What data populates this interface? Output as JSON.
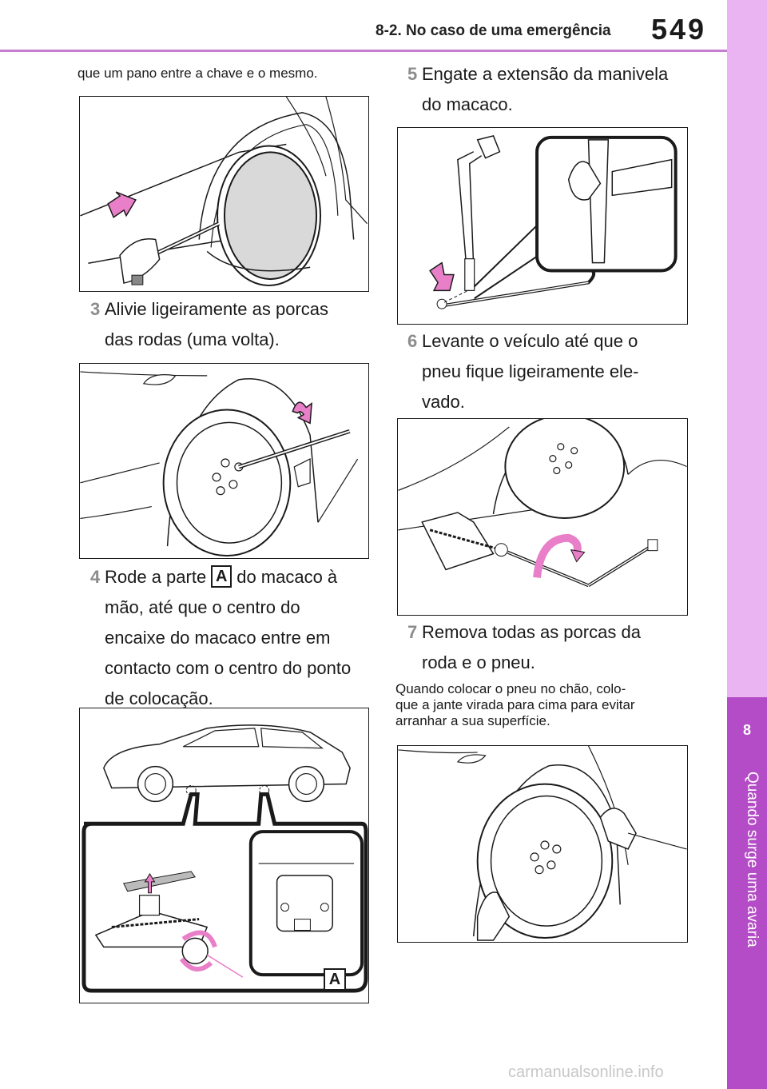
{
  "header": {
    "section_title": "8-2. No caso de uma emergência",
    "page_number": "549"
  },
  "side_tab": {
    "chapter_number": "8",
    "chapter_title": "Quando surge uma avaria"
  },
  "left_column": {
    "top_note": "que um pano entre a chave e o mesmo.",
    "step3": {
      "number": "3",
      "lines": [
        "Alivie ligeiramente as porcas",
        "das rodas (uma volta)."
      ]
    },
    "step4": {
      "number": "4",
      "line1_before": "Rode a parte",
      "label": "A",
      "line1_after": "do macaco à",
      "lines": [
        "mão, até que o centro do",
        "encaixe do macaco entre em",
        "contacto com o centro do ponto",
        "de colocação."
      ]
    },
    "figure4_label": "A"
  },
  "right_column": {
    "step5": {
      "number": "5",
      "lines": [
        "Engate a extensão da manivela",
        "do macaco."
      ]
    },
    "step6": {
      "number": "6",
      "lines": [
        "Levante o veículo até que o",
        "pneu fique ligeiramente ele-",
        "vado."
      ]
    },
    "step7": {
      "number": "7",
      "lines": [
        "Remova todas as porcas da",
        "roda e o pneu."
      ]
    },
    "bottom_note": [
      "Quando colocar o pneu no chão, colo-",
      "que a jante virada para cima para evitar",
      "arranhar a sua superfície."
    ]
  },
  "watermark": "carmanualsonline.info",
  "colors": {
    "accent": "#c77dd3",
    "tab_light": "#eab3f2",
    "tab_dark": "#b54cc7",
    "arrow_pink": "#e87fc8",
    "disc_gray": "#d9d9d9"
  }
}
